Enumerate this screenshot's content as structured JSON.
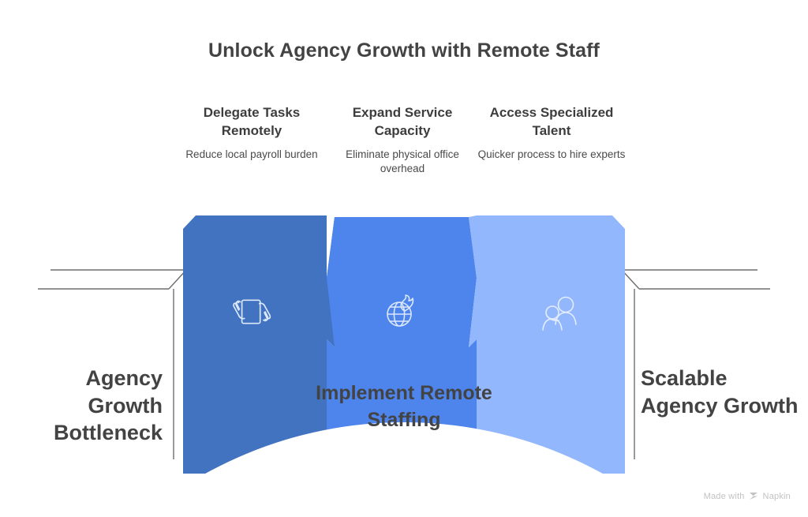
{
  "title": "Unlock Agency Growth with Remote Staff",
  "colors": {
    "background": "#ffffff",
    "title_text": "#434343",
    "body_text": "#4a4a4a",
    "segment_1": "#4273c0",
    "segment_2": "#4d85ed",
    "segment_3": "#93b7fd",
    "structure_line": "#6e6e6e",
    "icon_stroke": "#dce8fb",
    "watermark_text": "#c2c2c2"
  },
  "stages": [
    {
      "heading": "Delegate Tasks Remotely",
      "subtext": "Reduce local payroll burden",
      "icon": "handover-document-icon",
      "color": "#4273c0"
    },
    {
      "heading": "Expand Service Capacity",
      "subtext": "Eliminate physical office overhead",
      "icon": "globe-growth-icon",
      "color": "#4d85ed"
    },
    {
      "heading": "Access Specialized Talent",
      "subtext": "Quicker process to hire experts",
      "icon": "people-team-icon",
      "color": "#93b7fd"
    }
  ],
  "start_label": "Agency Growth Bottleneck",
  "center_label": "Implement Remote Staffing",
  "end_label": "Scalable Agency Growth",
  "watermark": {
    "prefix": "Made with",
    "brand": "Napkin",
    "icon": "napkin-logo-icon"
  }
}
